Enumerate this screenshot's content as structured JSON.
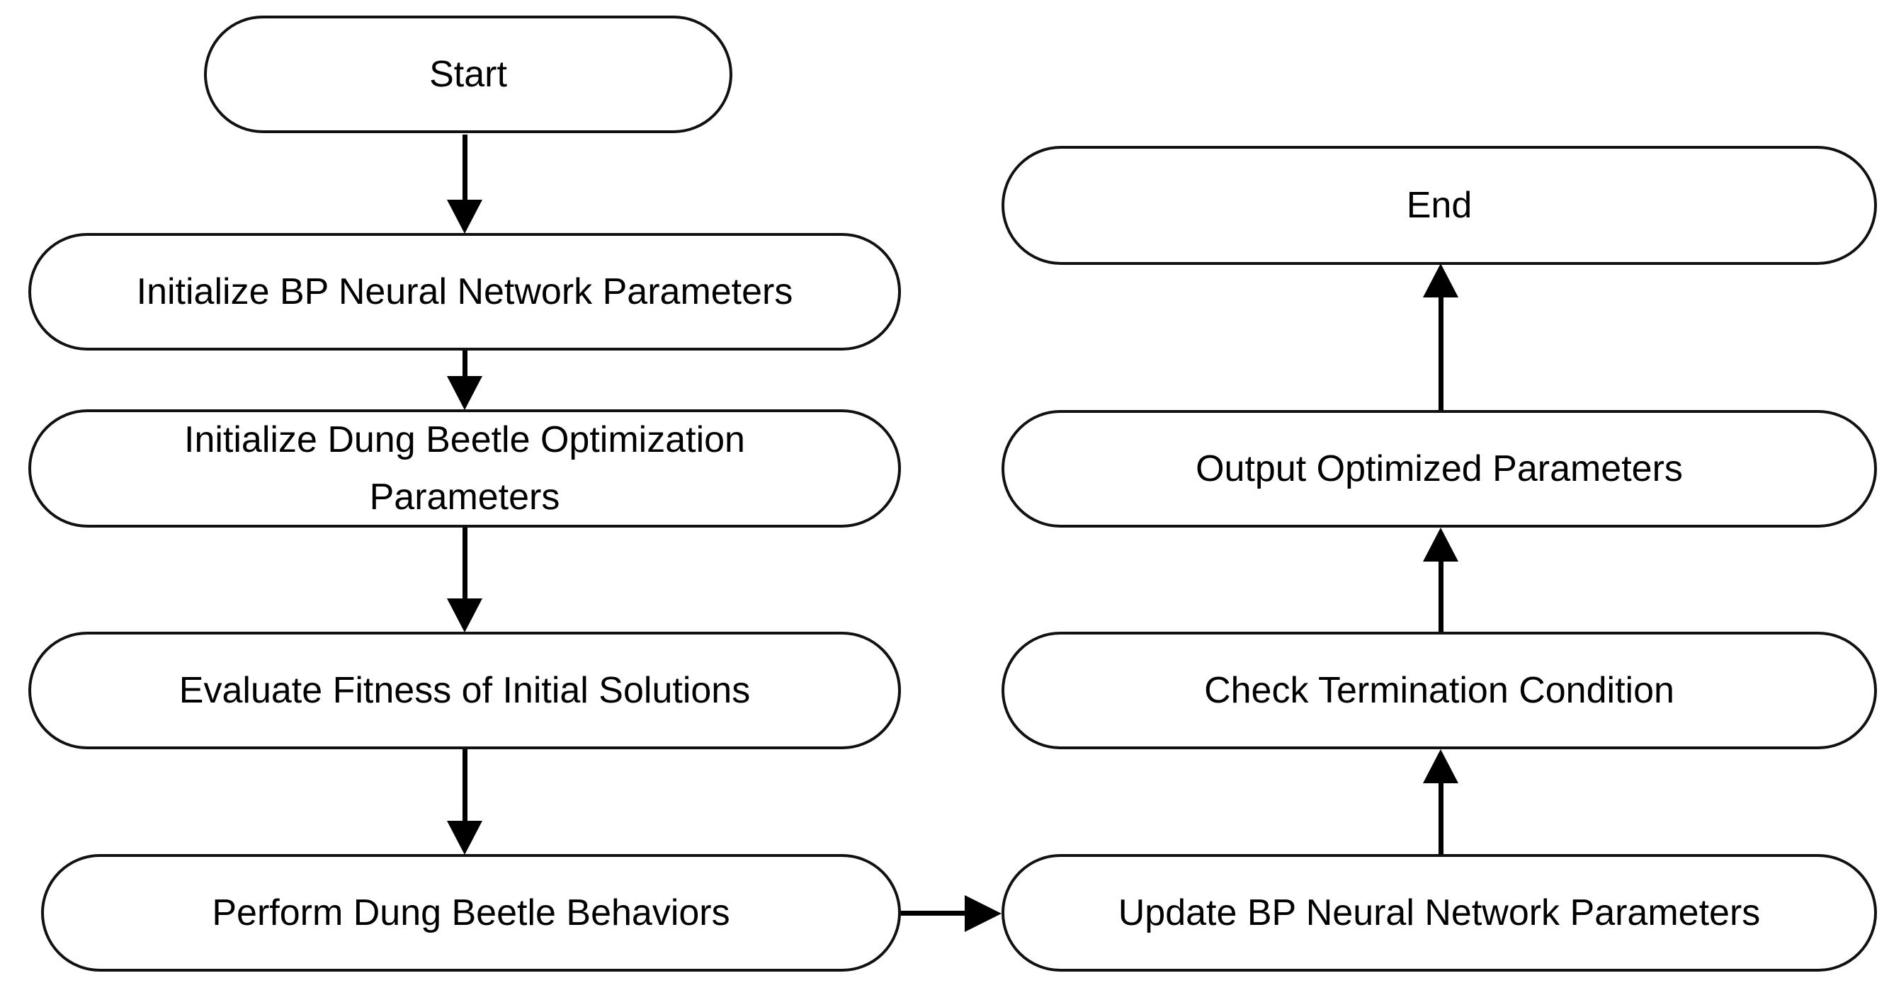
{
  "colors": {
    "background": "#ffffff",
    "node_fill": "#ffffff",
    "node_stroke": "#111111",
    "arrow": "#000000",
    "text": "#000000"
  },
  "flowchart": {
    "nodes": {
      "start": {
        "label": "Start",
        "type": "terminator"
      },
      "init_bp": {
        "label": "Initialize BP Neural Network Parameters",
        "type": "process"
      },
      "init_dbo": {
        "label": "Initialize Dung Beetle Optimization Parameters",
        "type": "process"
      },
      "eval": {
        "label": "Evaluate Fitness of Initial Solutions",
        "type": "process"
      },
      "perform": {
        "label": "Perform Dung Beetle Behaviors",
        "type": "process"
      },
      "update": {
        "label": "Update BP Neural Network Parameters",
        "type": "process"
      },
      "check": {
        "label": "Check Termination Condition",
        "type": "process"
      },
      "output": {
        "label": "Output Optimized Parameters",
        "type": "process"
      },
      "end": {
        "label": "End",
        "type": "terminator"
      }
    },
    "edges": [
      {
        "from": "start",
        "to": "init_bp",
        "direction": "down"
      },
      {
        "from": "init_bp",
        "to": "init_dbo",
        "direction": "down"
      },
      {
        "from": "init_dbo",
        "to": "eval",
        "direction": "down"
      },
      {
        "from": "eval",
        "to": "perform",
        "direction": "down"
      },
      {
        "from": "perform",
        "to": "update",
        "direction": "right"
      },
      {
        "from": "update",
        "to": "check",
        "direction": "up"
      },
      {
        "from": "check",
        "to": "output",
        "direction": "up"
      },
      {
        "from": "output",
        "to": "end",
        "direction": "up"
      }
    ]
  }
}
